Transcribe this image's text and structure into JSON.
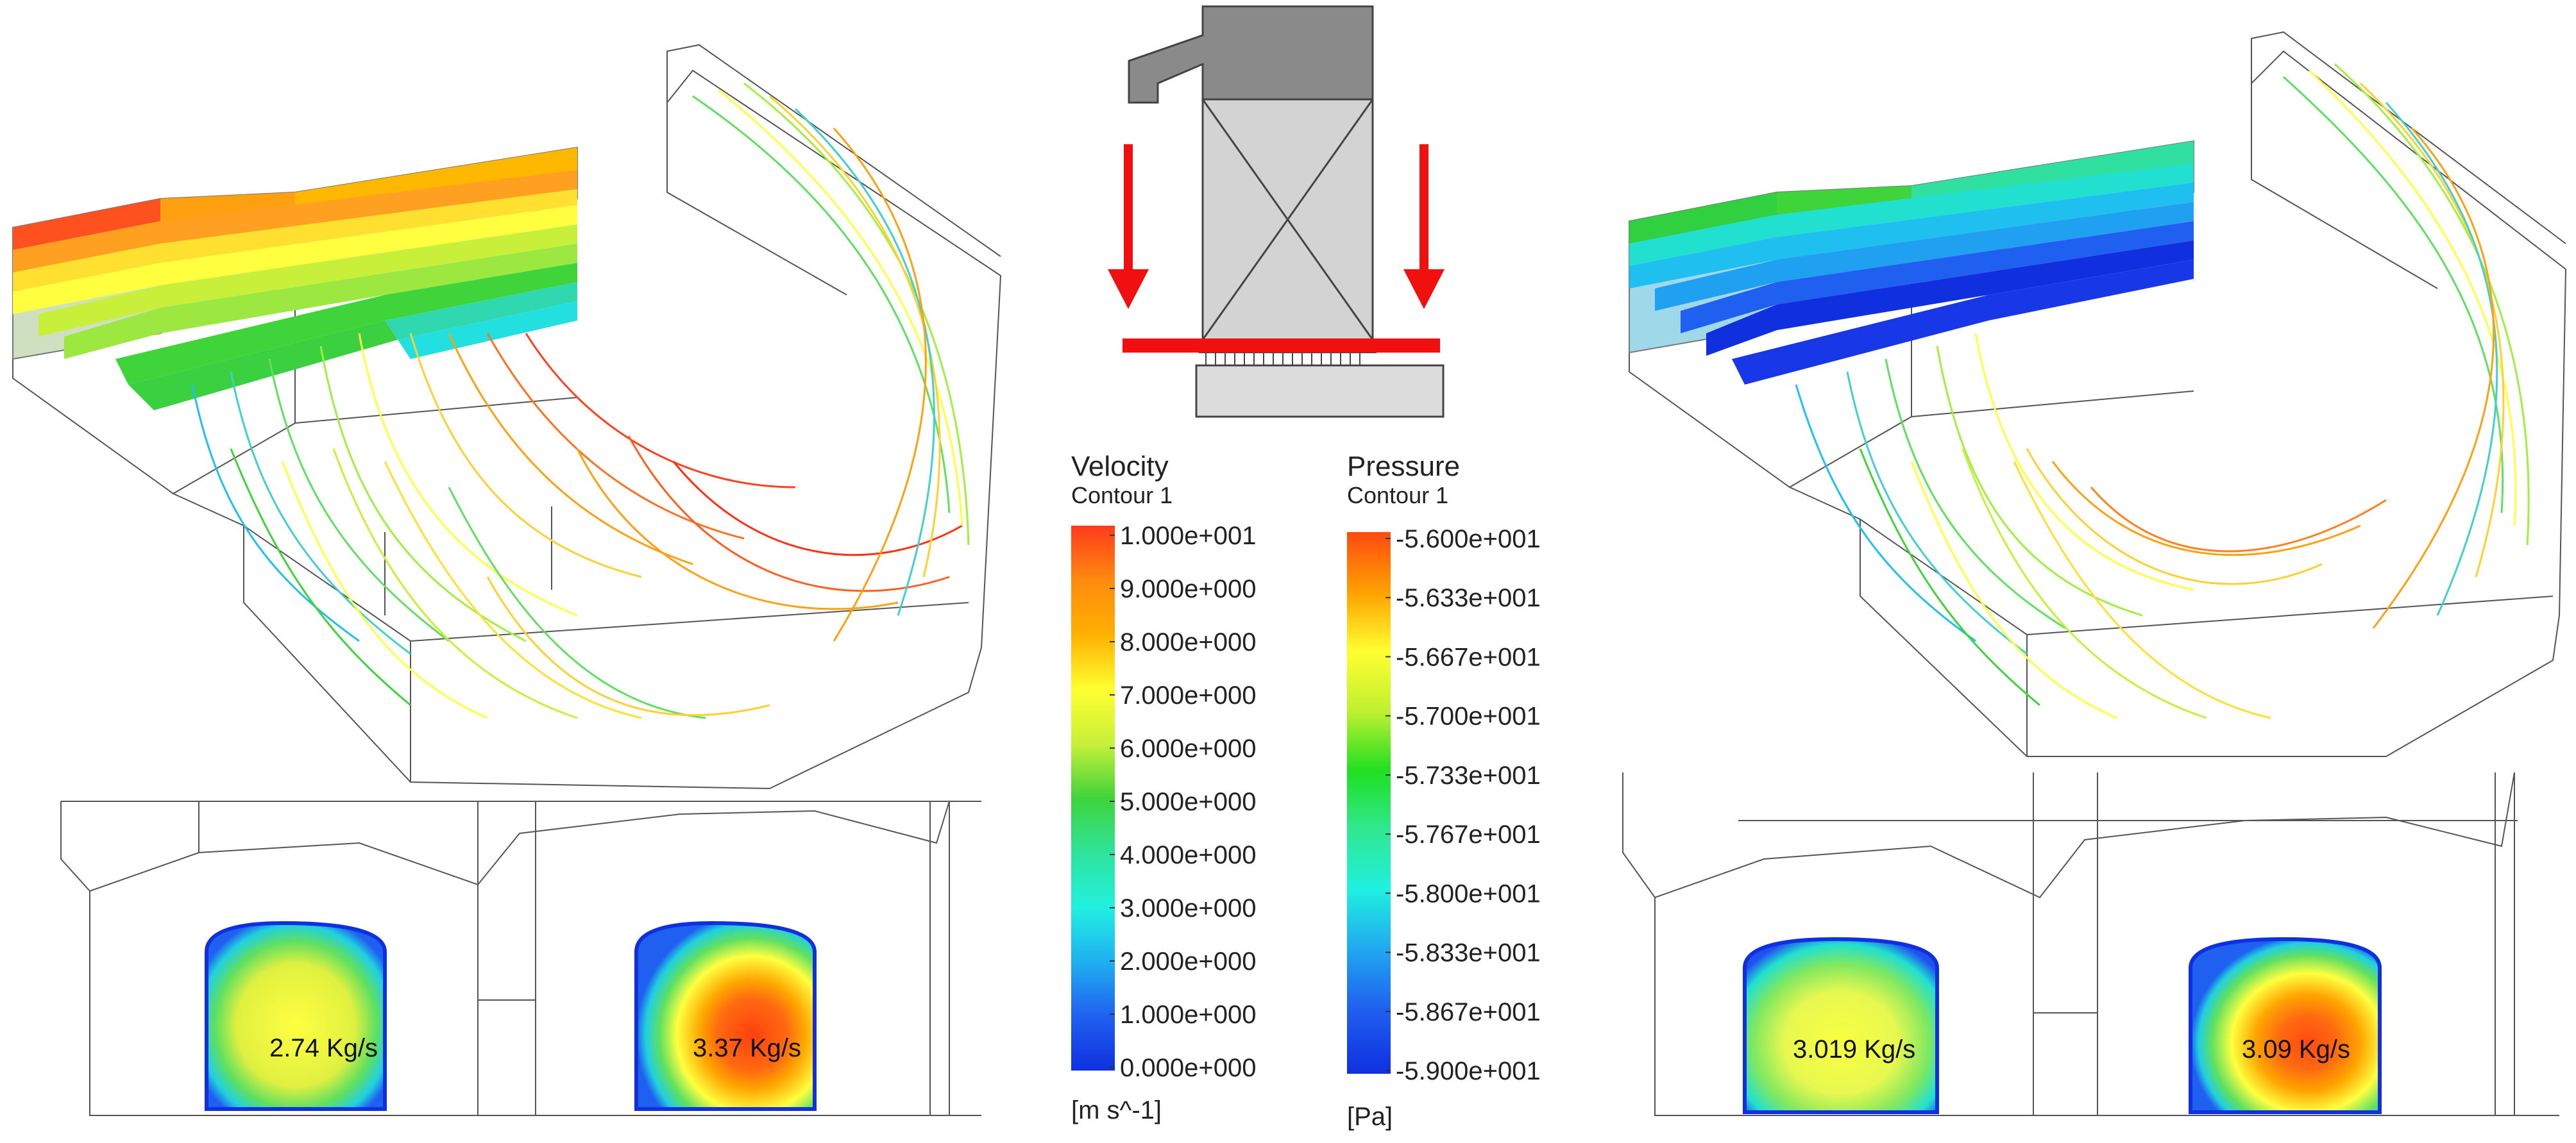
{
  "velocity_legend": {
    "title": "Velocity",
    "subtitle": "Contour 1",
    "ticks": [
      "1.000e+001",
      "9.000e+000",
      "8.000e+000",
      "7.000e+000",
      "6.000e+000",
      "5.000e+000",
      "4.000e+000",
      "3.000e+000",
      "2.000e+000",
      "1.000e+000",
      "0.000e+000"
    ],
    "unit": "[m s^-1]"
  },
  "pressure_legend": {
    "title": "Pressure",
    "subtitle": "Contour 1",
    "ticks": [
      "-5.600e+001",
      "-5.633e+001",
      "-5.667e+001",
      "-5.700e+001",
      "-5.733e+001",
      "-5.767e+001",
      "-5.800e+001",
      "-5.833e+001",
      "-5.867e+001",
      "-5.900e+001"
    ],
    "unit": "[Pa]"
  },
  "colormap": [
    "#ff4a1a",
    "#ffa500",
    "#ffff33",
    "#c8f03a",
    "#3fd43a",
    "#2ee39a",
    "#22f0e0",
    "#1fb0f0",
    "#2060f0",
    "#1030e0"
  ],
  "flow_rates": {
    "left_a": "2.74 Kg/s",
    "left_b": "3.37 Kg/s",
    "right_a": "3.019 Kg/s",
    "right_b": "3.09 Kg/s"
  }
}
